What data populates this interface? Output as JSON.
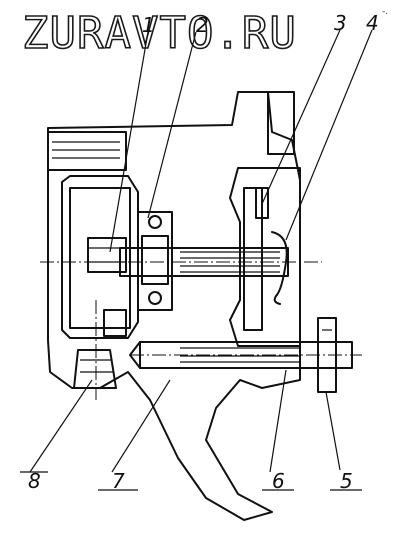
{
  "watermark": {
    "text": "ZURAVTO.RU",
    "corner_mark": "-."
  },
  "callouts": [
    {
      "id": "1",
      "text": "1"
    },
    {
      "id": "2",
      "text": "2"
    },
    {
      "id": "3",
      "text": "3"
    },
    {
      "id": "4",
      "text": "4"
    },
    {
      "id": "5",
      "text": "5"
    },
    {
      "id": "6",
      "text": "6"
    },
    {
      "id": "7",
      "text": "7"
    },
    {
      "id": "8",
      "text": "8"
    }
  ]
}
